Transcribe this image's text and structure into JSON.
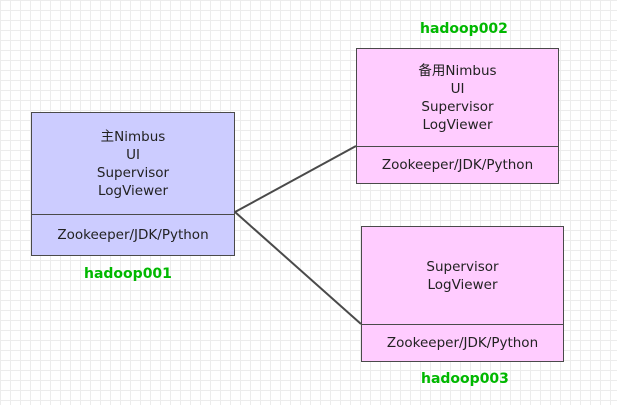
{
  "colors": {
    "primary_fill": "#ccccff",
    "secondary_fill": "#ffccff",
    "border": "#4a4a4a",
    "host_label": "#00b800",
    "connector": "#4a4a4a",
    "grid": "#ececec"
  },
  "nodes": [
    {
      "host": "hadoop001",
      "fill": "#ccccff",
      "services": [
        "主Nimbus",
        "UI",
        "Supervisor",
        "LogViewer"
      ],
      "deps": "Zookeeper/JDK/Python"
    },
    {
      "host": "hadoop002",
      "fill": "#ffccff",
      "services": [
        "备用Nimbus",
        "UI",
        "Supervisor",
        "LogViewer"
      ],
      "deps": "Zookeeper/JDK/Python"
    },
    {
      "host": "hadoop003",
      "fill": "#ffccff",
      "services": [
        "Supervisor",
        "LogViewer"
      ],
      "deps": "Zookeeper/JDK/Python"
    }
  ],
  "edges": [
    {
      "from": "hadoop001",
      "to": "hadoop002"
    },
    {
      "from": "hadoop001",
      "to": "hadoop003"
    }
  ]
}
